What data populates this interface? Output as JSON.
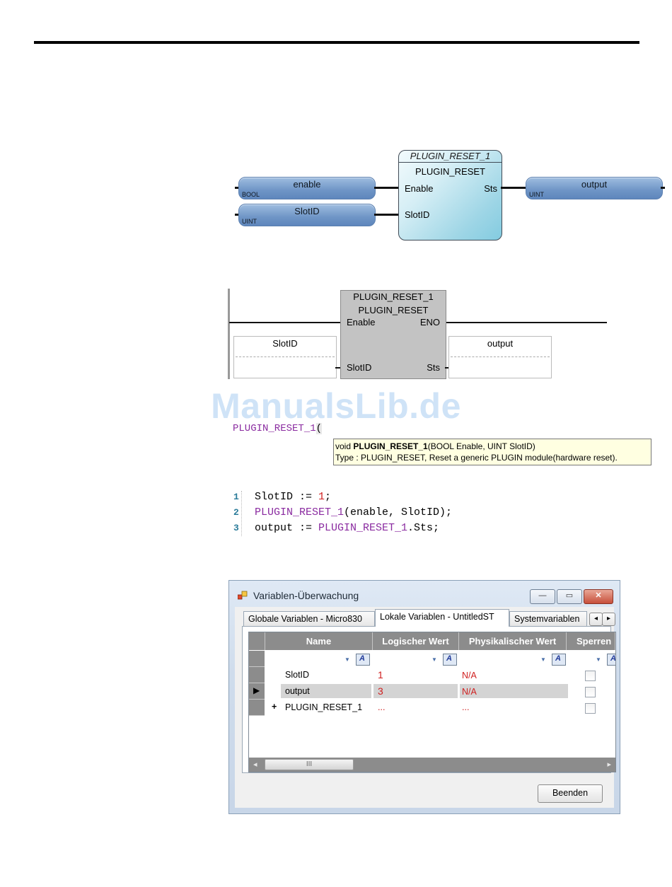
{
  "fbd": {
    "instance": "PLUGIN_RESET_1",
    "type": "PLUGIN_RESET",
    "in_enable": "Enable",
    "in_slot": "SlotID",
    "out_sts": "Sts",
    "var_enable": {
      "name": "enable",
      "type": "BOOL"
    },
    "var_slot": {
      "name": "SlotID",
      "type": "UINT"
    },
    "var_output": {
      "name": "output",
      "type": "UINT"
    }
  },
  "ld": {
    "instance": "PLUGIN_RESET_1",
    "type": "PLUGIN_RESET",
    "in_enable": "Enable",
    "out_eno": "ENO",
    "in_slot": "SlotID",
    "out_sts": "Sts",
    "var_slot": "SlotID",
    "var_output": "output"
  },
  "st_call": {
    "typed": "PLUGIN_RESET_1",
    "paren": "(",
    "tooltip_pre": "void ",
    "tooltip_name": "PLUGIN_RESET_1",
    "tooltip_sig": "(BOOL Enable, UINT SlotID)",
    "tooltip_line2": "Type : PLUGIN_RESET, Reset a generic PLUGIN module(hardware reset)."
  },
  "st_code": {
    "line1": {
      "num": "1",
      "a": "SlotID := ",
      "b": "1",
      "c": ";"
    },
    "line2": {
      "num": "2",
      "a": "PLUGIN_RESET_1",
      "b": "(enable, SlotID);"
    },
    "line3": {
      "num": "3",
      "a": "output := ",
      "b": "PLUGIN_RESET_1",
      "c": ".Sts;"
    }
  },
  "window": {
    "title": "Variablen-Überwachung",
    "btn_min": "—",
    "btn_max": "▭",
    "btn_close": "✕",
    "tabs": [
      "Globale Variablen - Micro830",
      "Lokale Variablen - UntitledST",
      "Systemvariablen"
    ],
    "tab_scroll_left": "◂",
    "tab_scroll_right": "▸",
    "columns": [
      "Name",
      "Logischer Wert",
      "Physikalischer Wert",
      "Sperren"
    ],
    "rows": [
      {
        "name": "SlotID",
        "logical": "1",
        "physical": "N/A",
        "expander": ""
      },
      {
        "name": "output",
        "logical": "3",
        "physical": "N/A",
        "expander": ""
      },
      {
        "name": "PLUGIN_RESET_1",
        "logical": "...",
        "physical": "...",
        "expander": "+"
      }
    ],
    "current_row_marker": "▶",
    "scroll_thumb": "III",
    "scroll_left": "◂",
    "scroll_right": "▸",
    "close_button": "Beenden"
  },
  "watermark": "ManualsLib.de"
}
